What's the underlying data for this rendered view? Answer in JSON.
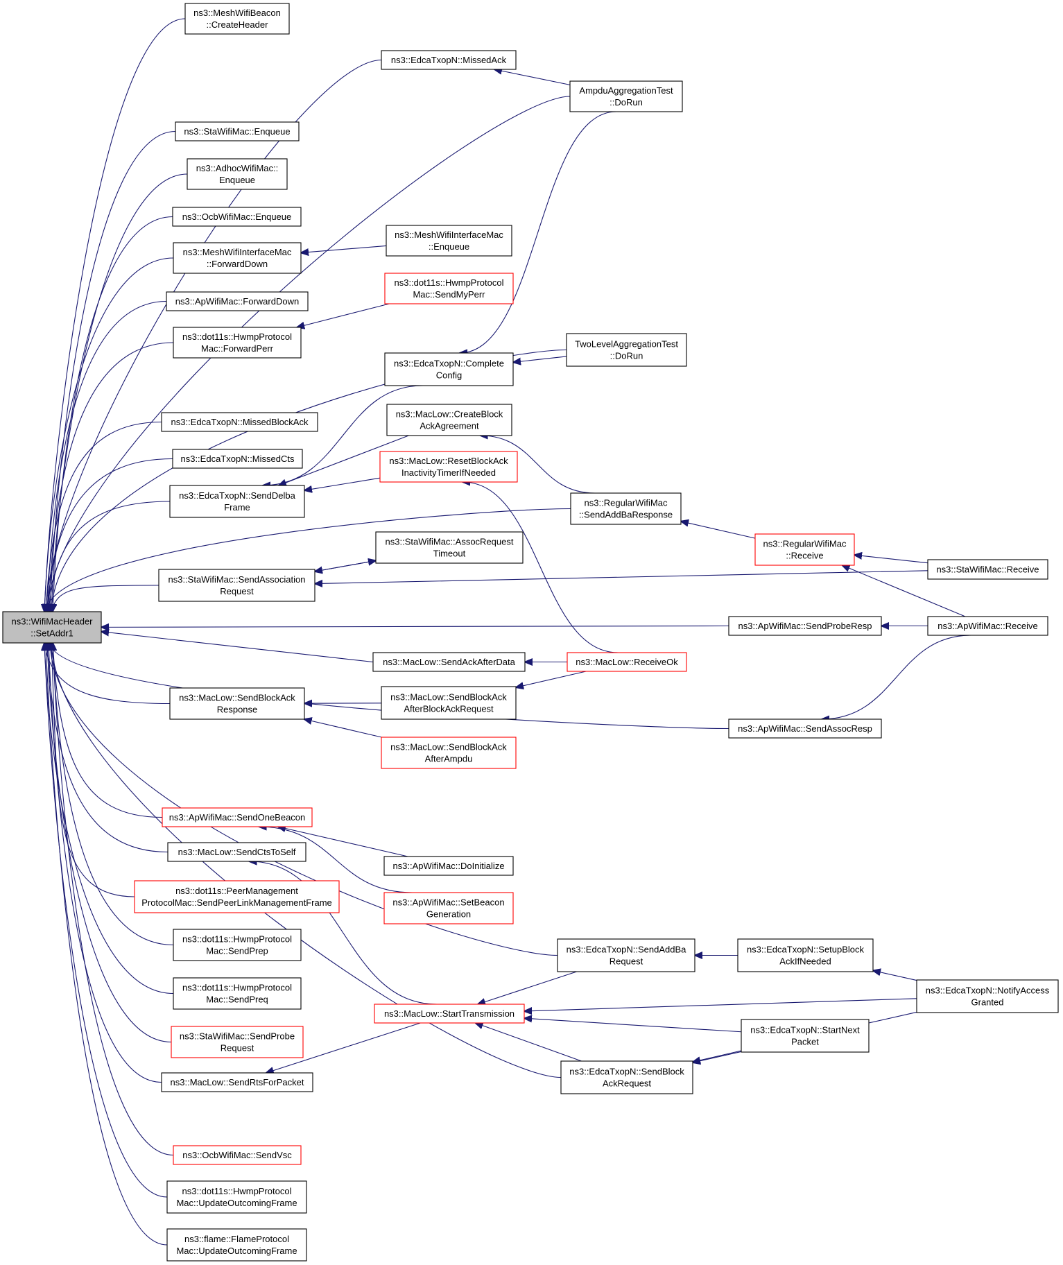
{
  "colors": {
    "edge": "#191970",
    "border": "#000000",
    "red_border": "#ff0000",
    "root_fill": "#bfbfbf"
  },
  "nodes": {
    "root": {
      "lines": [
        "ns3::WifiMacHeader",
        "::SetAddr1"
      ],
      "style": "root"
    },
    "mesh_beacon": {
      "lines": [
        "ns3::MeshWifiBeacon",
        "::CreateHeader"
      ]
    },
    "missedack": {
      "lines": [
        "ns3::EdcaTxopN::MissedAck"
      ]
    },
    "ampdu": {
      "lines": [
        "AmpduAggregationTest",
        "::DoRun"
      ]
    },
    "sta_enqueue": {
      "lines": [
        "ns3::StaWifiMac::Enqueue"
      ]
    },
    "adhoc_enqueue": {
      "lines": [
        "ns3::AdhocWifiMac::",
        "Enqueue"
      ]
    },
    "ocb_enqueue": {
      "lines": [
        "ns3::OcbWifiMac::Enqueue"
      ]
    },
    "mesh_fwd": {
      "lines": [
        "ns3::MeshWifiInterfaceMac",
        "::ForwardDown"
      ]
    },
    "mesh_enqueue": {
      "lines": [
        "ns3::MeshWifiInterfaceMac",
        "::Enqueue"
      ]
    },
    "ap_fwd": {
      "lines": [
        "ns3::ApWifiMac::ForwardDown"
      ]
    },
    "hwmp_perr": {
      "lines": [
        "ns3::dot11s::HwmpProtocol",
        "Mac::ForwardPerr"
      ]
    },
    "hwmp_myperr": {
      "lines": [
        "ns3::dot11s::HwmpProtocol",
        "Mac::SendMyPerr"
      ],
      "style": "red"
    },
    "complete": {
      "lines": [
        "ns3::EdcaTxopN::Complete",
        "Config"
      ]
    },
    "twolevel": {
      "lines": [
        "TwoLevelAggregationTest",
        "::DoRun"
      ]
    },
    "missedblockack": {
      "lines": [
        "ns3::EdcaTxopN::MissedBlockAck"
      ]
    },
    "createblock": {
      "lines": [
        "ns3::MacLow::CreateBlock",
        "AckAgreement"
      ]
    },
    "missedcts": {
      "lines": [
        "ns3::EdcaTxopN::MissedCts"
      ]
    },
    "resetblock": {
      "lines": [
        "ns3::MacLow::ResetBlockAck",
        "InactivityTimerIfNeeded"
      ],
      "style": "red"
    },
    "senddelba": {
      "lines": [
        "ns3::EdcaTxopN::SendDelba",
        "Frame"
      ]
    },
    "addbaresp": {
      "lines": [
        "ns3::RegularWifiMac",
        "::SendAddBaResponse"
      ]
    },
    "assoctimeout": {
      "lines": [
        "ns3::StaWifiMac::AssocRequest",
        "Timeout"
      ]
    },
    "regreceive": {
      "lines": [
        "ns3::RegularWifiMac",
        "::Receive"
      ],
      "style": "red"
    },
    "sendassoc": {
      "lines": [
        "ns3::StaWifiMac::SendAssociation",
        "Request"
      ]
    },
    "stareceive": {
      "lines": [
        "ns3::StaWifiMac::Receive"
      ]
    },
    "probeResp": {
      "lines": [
        "ns3::ApWifiMac::SendProbeResp"
      ]
    },
    "apreceive": {
      "lines": [
        "ns3::ApWifiMac::Receive"
      ]
    },
    "ackafterdata": {
      "lines": [
        "ns3::MacLow::SendAckAfterData"
      ]
    },
    "receiveok": {
      "lines": [
        "ns3::MacLow::ReceiveOk"
      ],
      "style": "red"
    },
    "blockackresp": {
      "lines": [
        "ns3::MacLow::SendBlockAck",
        "Response"
      ]
    },
    "afterbar": {
      "lines": [
        "ns3::MacLow::SendBlockAck",
        "AfterBlockAckRequest"
      ]
    },
    "afterampdu": {
      "lines": [
        "ns3::MacLow::SendBlockAck",
        "AfterAmpdu"
      ],
      "style": "red"
    },
    "assocresp": {
      "lines": [
        "ns3::ApWifiMac::SendAssocResp"
      ]
    },
    "onebeacon": {
      "lines": [
        "ns3::ApWifiMac::SendOneBeacon"
      ],
      "style": "red"
    },
    "ctstoself": {
      "lines": [
        "ns3::MacLow::SendCtsToSelf"
      ]
    },
    "doinit": {
      "lines": [
        "ns3::ApWifiMac::DoInitialize"
      ]
    },
    "peermgmt": {
      "lines": [
        "ns3::dot11s::PeerManagement",
        "ProtocolMac::SendPeerLinkManagementFrame"
      ],
      "style": "red"
    },
    "setbeacon": {
      "lines": [
        "ns3::ApWifiMac::SetBeacon",
        "Generation"
      ],
      "style": "red"
    },
    "sendprep": {
      "lines": [
        "ns3::dot11s::HwmpProtocol",
        "Mac::SendPrep"
      ]
    },
    "addbareq": {
      "lines": [
        "ns3::EdcaTxopN::SendAddBa",
        "Request"
      ]
    },
    "setupblock": {
      "lines": [
        "ns3::EdcaTxopN::SetupBlock",
        "AckIfNeeded"
      ]
    },
    "sendpreq": {
      "lines": [
        "ns3::dot11s::HwmpProtocol",
        "Mac::SendPreq"
      ]
    },
    "notify": {
      "lines": [
        "ns3::EdcaTxopN::NotifyAccess",
        "Granted"
      ]
    },
    "starttx": {
      "lines": [
        "ns3::MacLow::StartTransmission"
      ],
      "style": "red"
    },
    "probereq": {
      "lines": [
        "ns3::StaWifiMac::SendProbe",
        "Request"
      ],
      "style": "red"
    },
    "startnext": {
      "lines": [
        "ns3::EdcaTxopN::StartNext",
        "Packet"
      ]
    },
    "rtsforpacket": {
      "lines": [
        "ns3::MacLow::SendRtsForPacket"
      ]
    },
    "blockackreq": {
      "lines": [
        "ns3::EdcaTxopN::SendBlock",
        "AckRequest"
      ]
    },
    "sendvsc": {
      "lines": [
        "ns3::OcbWifiMac::SendVsc"
      ],
      "style": "red"
    },
    "hwmp_update": {
      "lines": [
        "ns3::dot11s::HwmpProtocol",
        "Mac::UpdateOutcomingFrame"
      ]
    },
    "flame_update": {
      "lines": [
        "ns3::flame::FlameProtocol",
        "Mac::UpdateOutcomingFrame"
      ]
    }
  },
  "edges": [
    [
      "mesh_beacon",
      "root"
    ],
    [
      "missedack",
      "root"
    ],
    [
      "ampdu",
      "root"
    ],
    [
      "ampdu",
      "missedack"
    ],
    [
      "sta_enqueue",
      "root"
    ],
    [
      "adhoc_enqueue",
      "root"
    ],
    [
      "ocb_enqueue",
      "root"
    ],
    [
      "mesh_fwd",
      "root"
    ],
    [
      "mesh_enqueue",
      "mesh_fwd"
    ],
    [
      "ap_fwd",
      "root"
    ],
    [
      "hwmp_perr",
      "root"
    ],
    [
      "hwmp_myperr",
      "hwmp_perr"
    ],
    [
      "twolevel",
      "root"
    ],
    [
      "ampdu",
      "complete"
    ],
    [
      "twolevel",
      "complete"
    ],
    [
      "missedblockack",
      "root"
    ],
    [
      "missedcts",
      "root"
    ],
    [
      "senddelba",
      "root"
    ],
    [
      "complete",
      "senddelba"
    ],
    [
      "createblock",
      "senddelba"
    ],
    [
      "resetblock",
      "senddelba"
    ],
    [
      "addbaresp",
      "createblock"
    ],
    [
      "addbaresp",
      "root"
    ],
    [
      "regreceive",
      "addbaresp"
    ],
    [
      "stareceive",
      "regreceive"
    ],
    [
      "apreceive",
      "regreceive"
    ],
    [
      "sendassoc",
      "root"
    ],
    [
      "assoctimeout",
      "sendassoc"
    ],
    [
      "sendassoc",
      "assoctimeout"
    ],
    [
      "stareceive",
      "sendassoc"
    ],
    [
      "probeResp",
      "root"
    ],
    [
      "apreceive",
      "probeResp"
    ],
    [
      "ackafterdata",
      "root"
    ],
    [
      "receiveok",
      "ackafterdata"
    ],
    [
      "receiveok",
      "resetblock"
    ],
    [
      "blockackresp",
      "root"
    ],
    [
      "afterbar",
      "blockackresp"
    ],
    [
      "afterampdu",
      "blockackresp"
    ],
    [
      "receiveok",
      "afterbar"
    ],
    [
      "assocresp",
      "root"
    ],
    [
      "apreceive",
      "assocresp"
    ],
    [
      "onebeacon",
      "root"
    ],
    [
      "doinit",
      "onebeacon"
    ],
    [
      "setbeacon",
      "onebeacon"
    ],
    [
      "ctstoself",
      "root"
    ],
    [
      "starttx",
      "ctstoself"
    ],
    [
      "addbareq",
      "root"
    ],
    [
      "peermgmt",
      "root"
    ],
    [
      "sendprep",
      "root"
    ],
    [
      "sendpreq",
      "root"
    ],
    [
      "setupblock",
      "addbareq"
    ],
    [
      "notify",
      "setupblock"
    ],
    [
      "addbareq",
      "starttx"
    ],
    [
      "notify",
      "starttx"
    ],
    [
      "startnext",
      "starttx"
    ],
    [
      "blockackreq",
      "starttx"
    ],
    [
      "startnext",
      "blockackreq"
    ],
    [
      "notify",
      "blockackreq"
    ],
    [
      "probereq",
      "root"
    ],
    [
      "rtsforpacket",
      "root"
    ],
    [
      "starttx",
      "rtsforpacket"
    ],
    [
      "blockackreq",
      "root"
    ],
    [
      "sendvsc",
      "root"
    ],
    [
      "hwmp_update",
      "root"
    ],
    [
      "flame_update",
      "root"
    ]
  ]
}
